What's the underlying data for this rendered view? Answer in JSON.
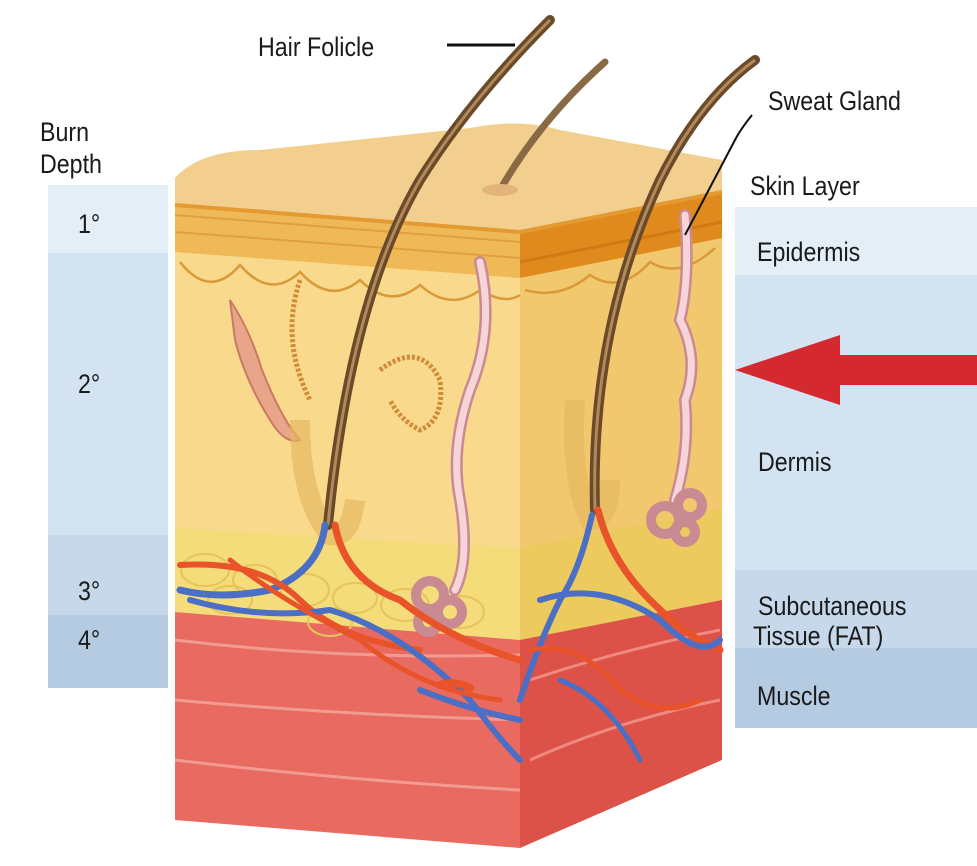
{
  "labels": {
    "hair_follicle": "Hair Folicle",
    "sweat_gland": "Sweat Gland",
    "burn_depth_line1": "Burn",
    "burn_depth_line2": "Depth",
    "skin_layer": "Skin Layer"
  },
  "burn_degrees": [
    {
      "label": "1°",
      "color": "#e3eef7"
    },
    {
      "label": "2°",
      "color": "#d3e3f1"
    },
    {
      "label": "3°",
      "color": "#c6d8ea"
    },
    {
      "label": "4°",
      "color": "#b5cbe2"
    }
  ],
  "skin_layers": [
    {
      "label": "Epidermis",
      "color": "#e3eef7"
    },
    {
      "label": "Dermis",
      "color": "#d3e3f1"
    },
    {
      "label": "Subcutaneous",
      "color": "#c6d8ea"
    },
    {
      "label": "Tissue (FAT)",
      "color": "#c6d8ea"
    },
    {
      "label": "Muscle",
      "color": "#b5cbe2"
    }
  ],
  "colors": {
    "arrow": "#d42a2f",
    "epidermis_top": "#f3cf8f",
    "epidermis_band": "#e08a1e",
    "dermis": "#f9d98c",
    "fat": "#f4dc7a",
    "muscle": "#e96a60",
    "hair": "#6b4a2a",
    "vein": "#4a6fc4",
    "artery": "#e8532a",
    "gland": "#f4b8bf"
  }
}
